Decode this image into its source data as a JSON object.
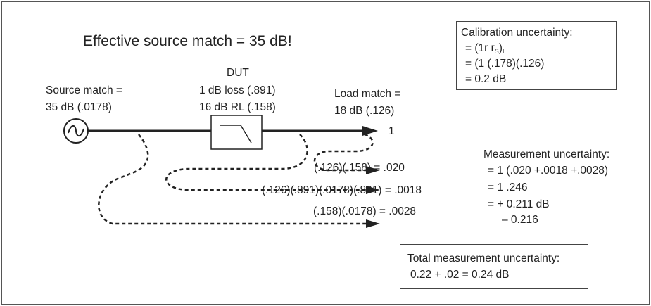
{
  "title": "Effective source match = 35 dB!",
  "source": {
    "line1": "Source match =",
    "line2": "35 dB (.0178)"
  },
  "dut": {
    "title": "DUT",
    "line1": "1 dB loss (.891)",
    "line2": "16 dB RL (.158)"
  },
  "load": {
    "line1": "Load match =",
    "line2": "18 dB (.126)"
  },
  "incident_label": "1",
  "paths": {
    "p1": "(.126)(.158) = .020",
    "p2": "(.126)(.891)(.0178)(.891) = .0018",
    "p3": "(.158)(.0178) = .0028"
  },
  "calibration": {
    "title": "Calibration uncertainty:",
    "line1_prefix": "= (1r r",
    "line1_sub_s": "S",
    "line1_close": ")",
    "line1_sub_l": "L",
    "line2": "= (1 (.178)(.126)",
    "line3": "= 0.2 dB"
  },
  "measurement": {
    "title": "Measurement uncertainty:",
    "line1": "= 1 (.020 +.0018 +.0028)",
    "line2": "= 1 .246",
    "line3": "= + 0.211 dB",
    "line4": "– 0.216"
  },
  "total": {
    "title": "Total measurement uncertainty:",
    "line1": "0.22 + .02 = 0.24 dB"
  }
}
